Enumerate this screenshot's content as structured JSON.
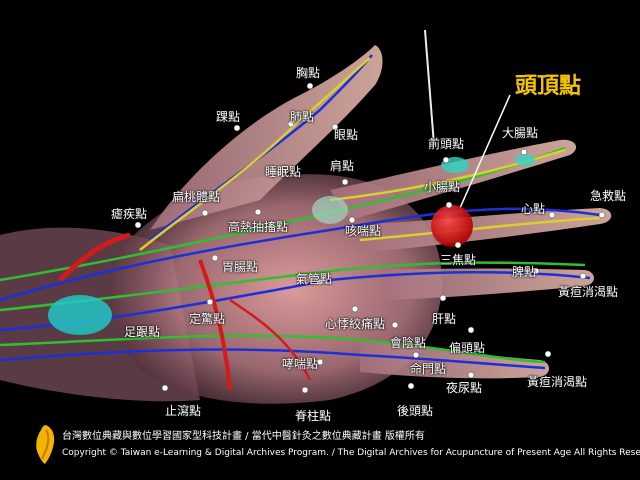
{
  "diagram": {
    "highlight_label": "頭頂點",
    "points": [
      {
        "label": "胸點"
      },
      {
        "label": "踝點"
      },
      {
        "label": "肺點"
      },
      {
        "label": "眼點"
      },
      {
        "label": "肩點"
      },
      {
        "label": "睡眠點"
      },
      {
        "label": "前頭點"
      },
      {
        "label": "大腸點"
      },
      {
        "label": "小腸點"
      },
      {
        "label": "急救點"
      },
      {
        "label": "心點"
      },
      {
        "label": "扁桃體點"
      },
      {
        "label": "瘧疾點"
      },
      {
        "label": "高熱抽搐點"
      },
      {
        "label": "咳喘點"
      },
      {
        "label": "三焦點"
      },
      {
        "label": "胃腸點"
      },
      {
        "label": "氣管點"
      },
      {
        "label": "脾點"
      },
      {
        "label": "黃疸消渴點"
      },
      {
        "label": "足跟點"
      },
      {
        "label": "定驚點"
      },
      {
        "label": "心悸絞痛點"
      },
      {
        "label": "肝點"
      },
      {
        "label": "會陰點"
      },
      {
        "label": "偏頭點"
      },
      {
        "label": "哮喘點"
      },
      {
        "label": "命門點"
      },
      {
        "label": "黃疸消渴點"
      },
      {
        "label": "夜尿點"
      },
      {
        "label": "止瀉點"
      },
      {
        "label": "脊柱點"
      },
      {
        "label": "後頭點"
      }
    ]
  },
  "footer": {
    "credit_zh": "台灣數位典藏與數位學習國家型科技計畫 / 當代中醫針灸之數位典藏計畫 版權所有",
    "credit_en": "Copyright © Taiwan e-Learning & Digital Archives Program. / The Digital Archives for Acupuncture of Present Age All Rights Reserved."
  },
  "colors": {
    "highlight": "#f5c400",
    "marker": "#d40000",
    "background": "#000000"
  }
}
